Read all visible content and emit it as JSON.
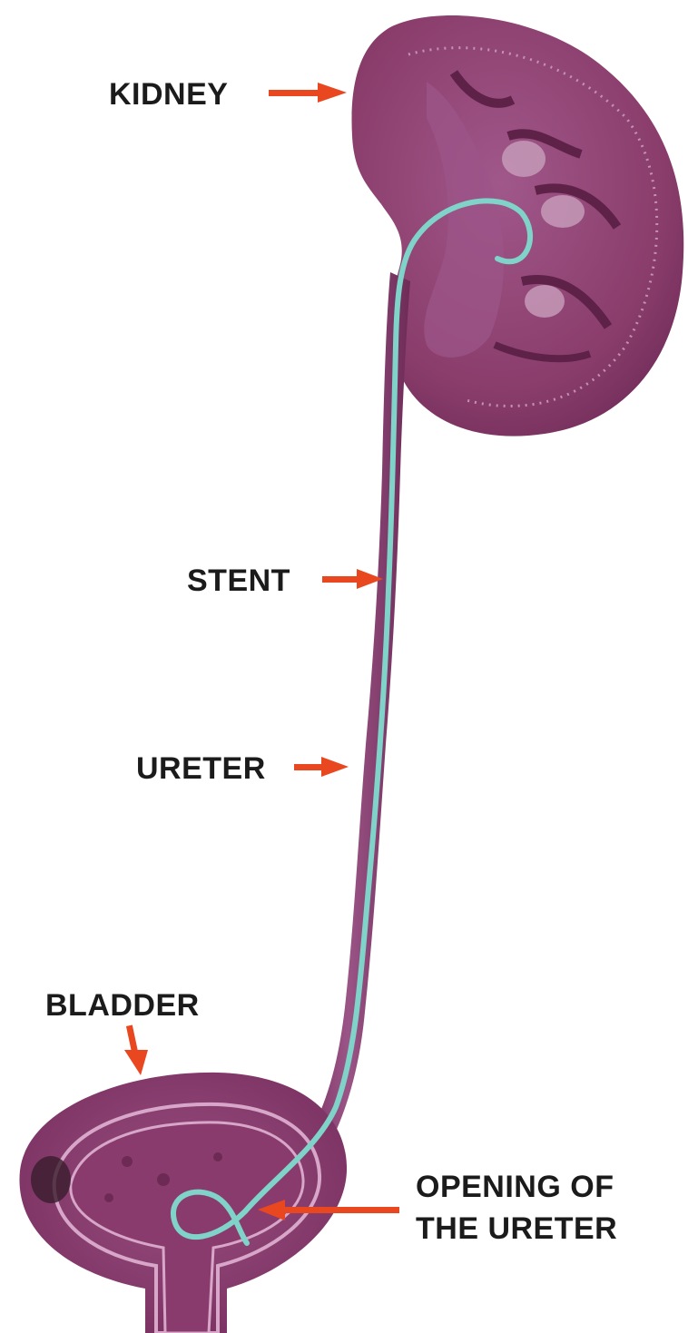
{
  "labels": {
    "kidney": "KIDNEY",
    "stent": "STENT",
    "ureter": "URETER",
    "bladder": "BLADDER",
    "opening_line1": "OPENING OF",
    "opening_line2": "THE URETER"
  },
  "colors": {
    "organ": "#8e3f6e",
    "organ_dark": "#6d2a55",
    "organ_light": "#b0709a",
    "stent": "#7fd3c8",
    "arrow": "#e8471f",
    "text": "#1b1b1b",
    "background": "#ffffff"
  }
}
